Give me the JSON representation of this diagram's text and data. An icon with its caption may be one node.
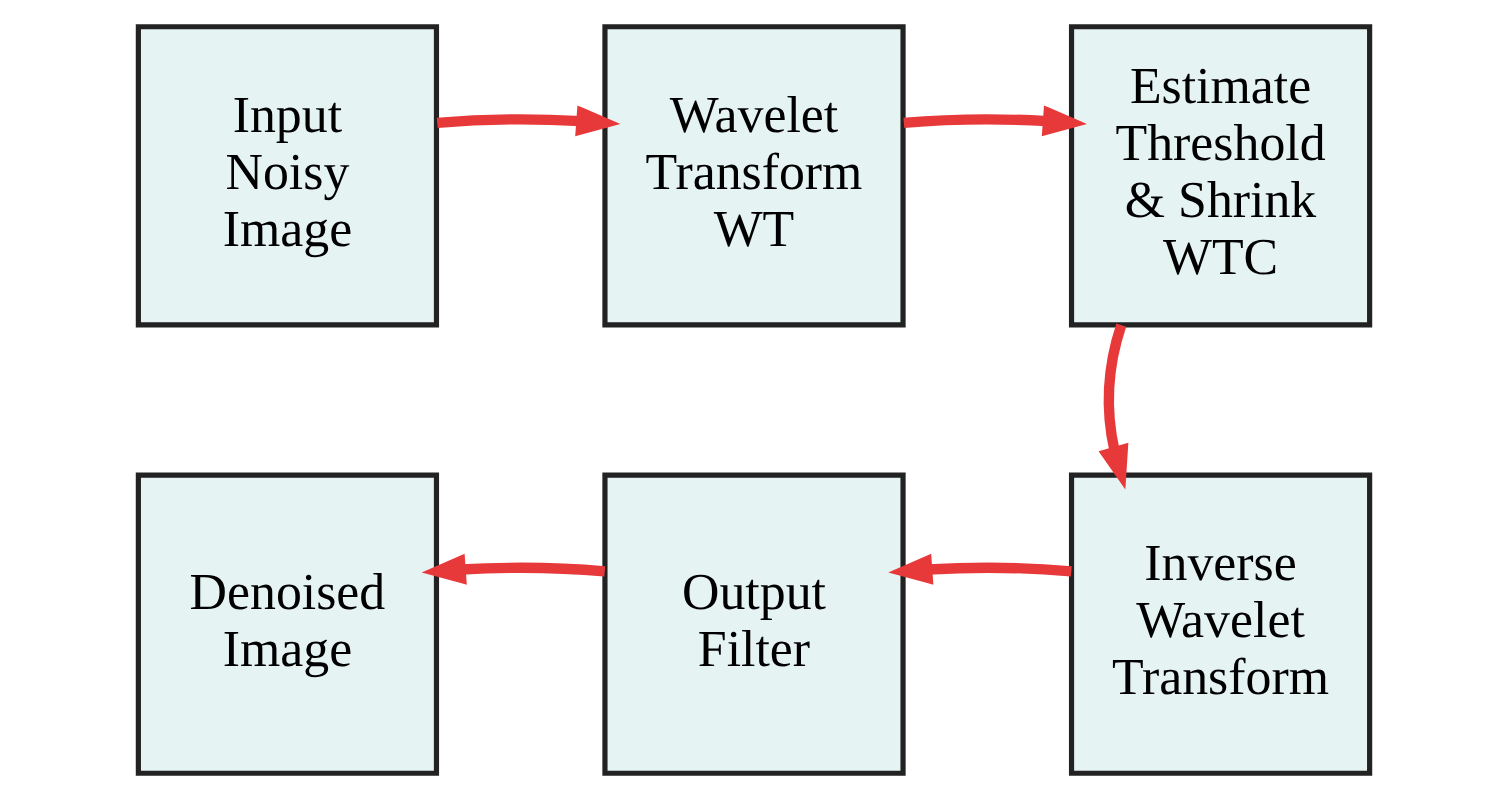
{
  "diagram": {
    "nodes": [
      {
        "text": [
          "Input Noisy Image"
        ]
      },
      {
        "text": [
          "Wavelet Transform WT"
        ]
      },
      {
        "text": [
          "Estimate Threshold & Shrink WTC"
        ]
      },
      {
        "text": [
          "Denoised Image"
        ]
      },
      {
        "text": [
          "Output Filter"
        ]
      },
      {
        "text": [
          "Inverse Wavelet Transform"
        ]
      }
    ],
    "edges": [
      {
        "from": 0,
        "to": 1,
        "arrow": "to"
      },
      {
        "from": 1,
        "to": 2,
        "arrow": "to"
      },
      {
        "from": 2,
        "to": 5,
        "arrow": "to"
      },
      {
        "from": 5,
        "to": 4,
        "arrow": "to"
      },
      {
        "from": 4,
        "to": 3,
        "arrow": "to"
      }
    ]
  }
}
